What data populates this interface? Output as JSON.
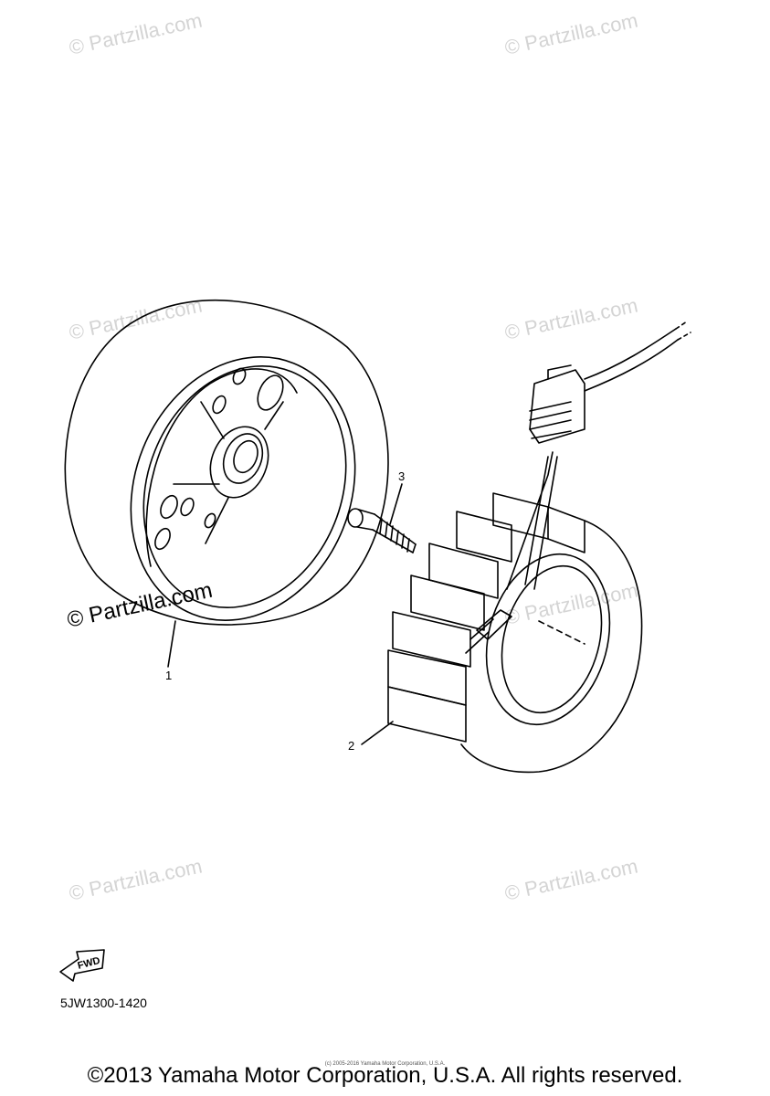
{
  "callouts": {
    "part1": "1",
    "part2": "2",
    "part3": "3"
  },
  "watermark": {
    "text": "© Partzilla.com"
  },
  "fwd_label": "FWD",
  "part_code": "5JW1300-1420",
  "fine_print": "(c) 2005-2016 Yamaha Motor Corporation, U.S.A.",
  "copyright": "©2013 Yamaha Motor Corporation, U.S.A. All rights reserved."
}
